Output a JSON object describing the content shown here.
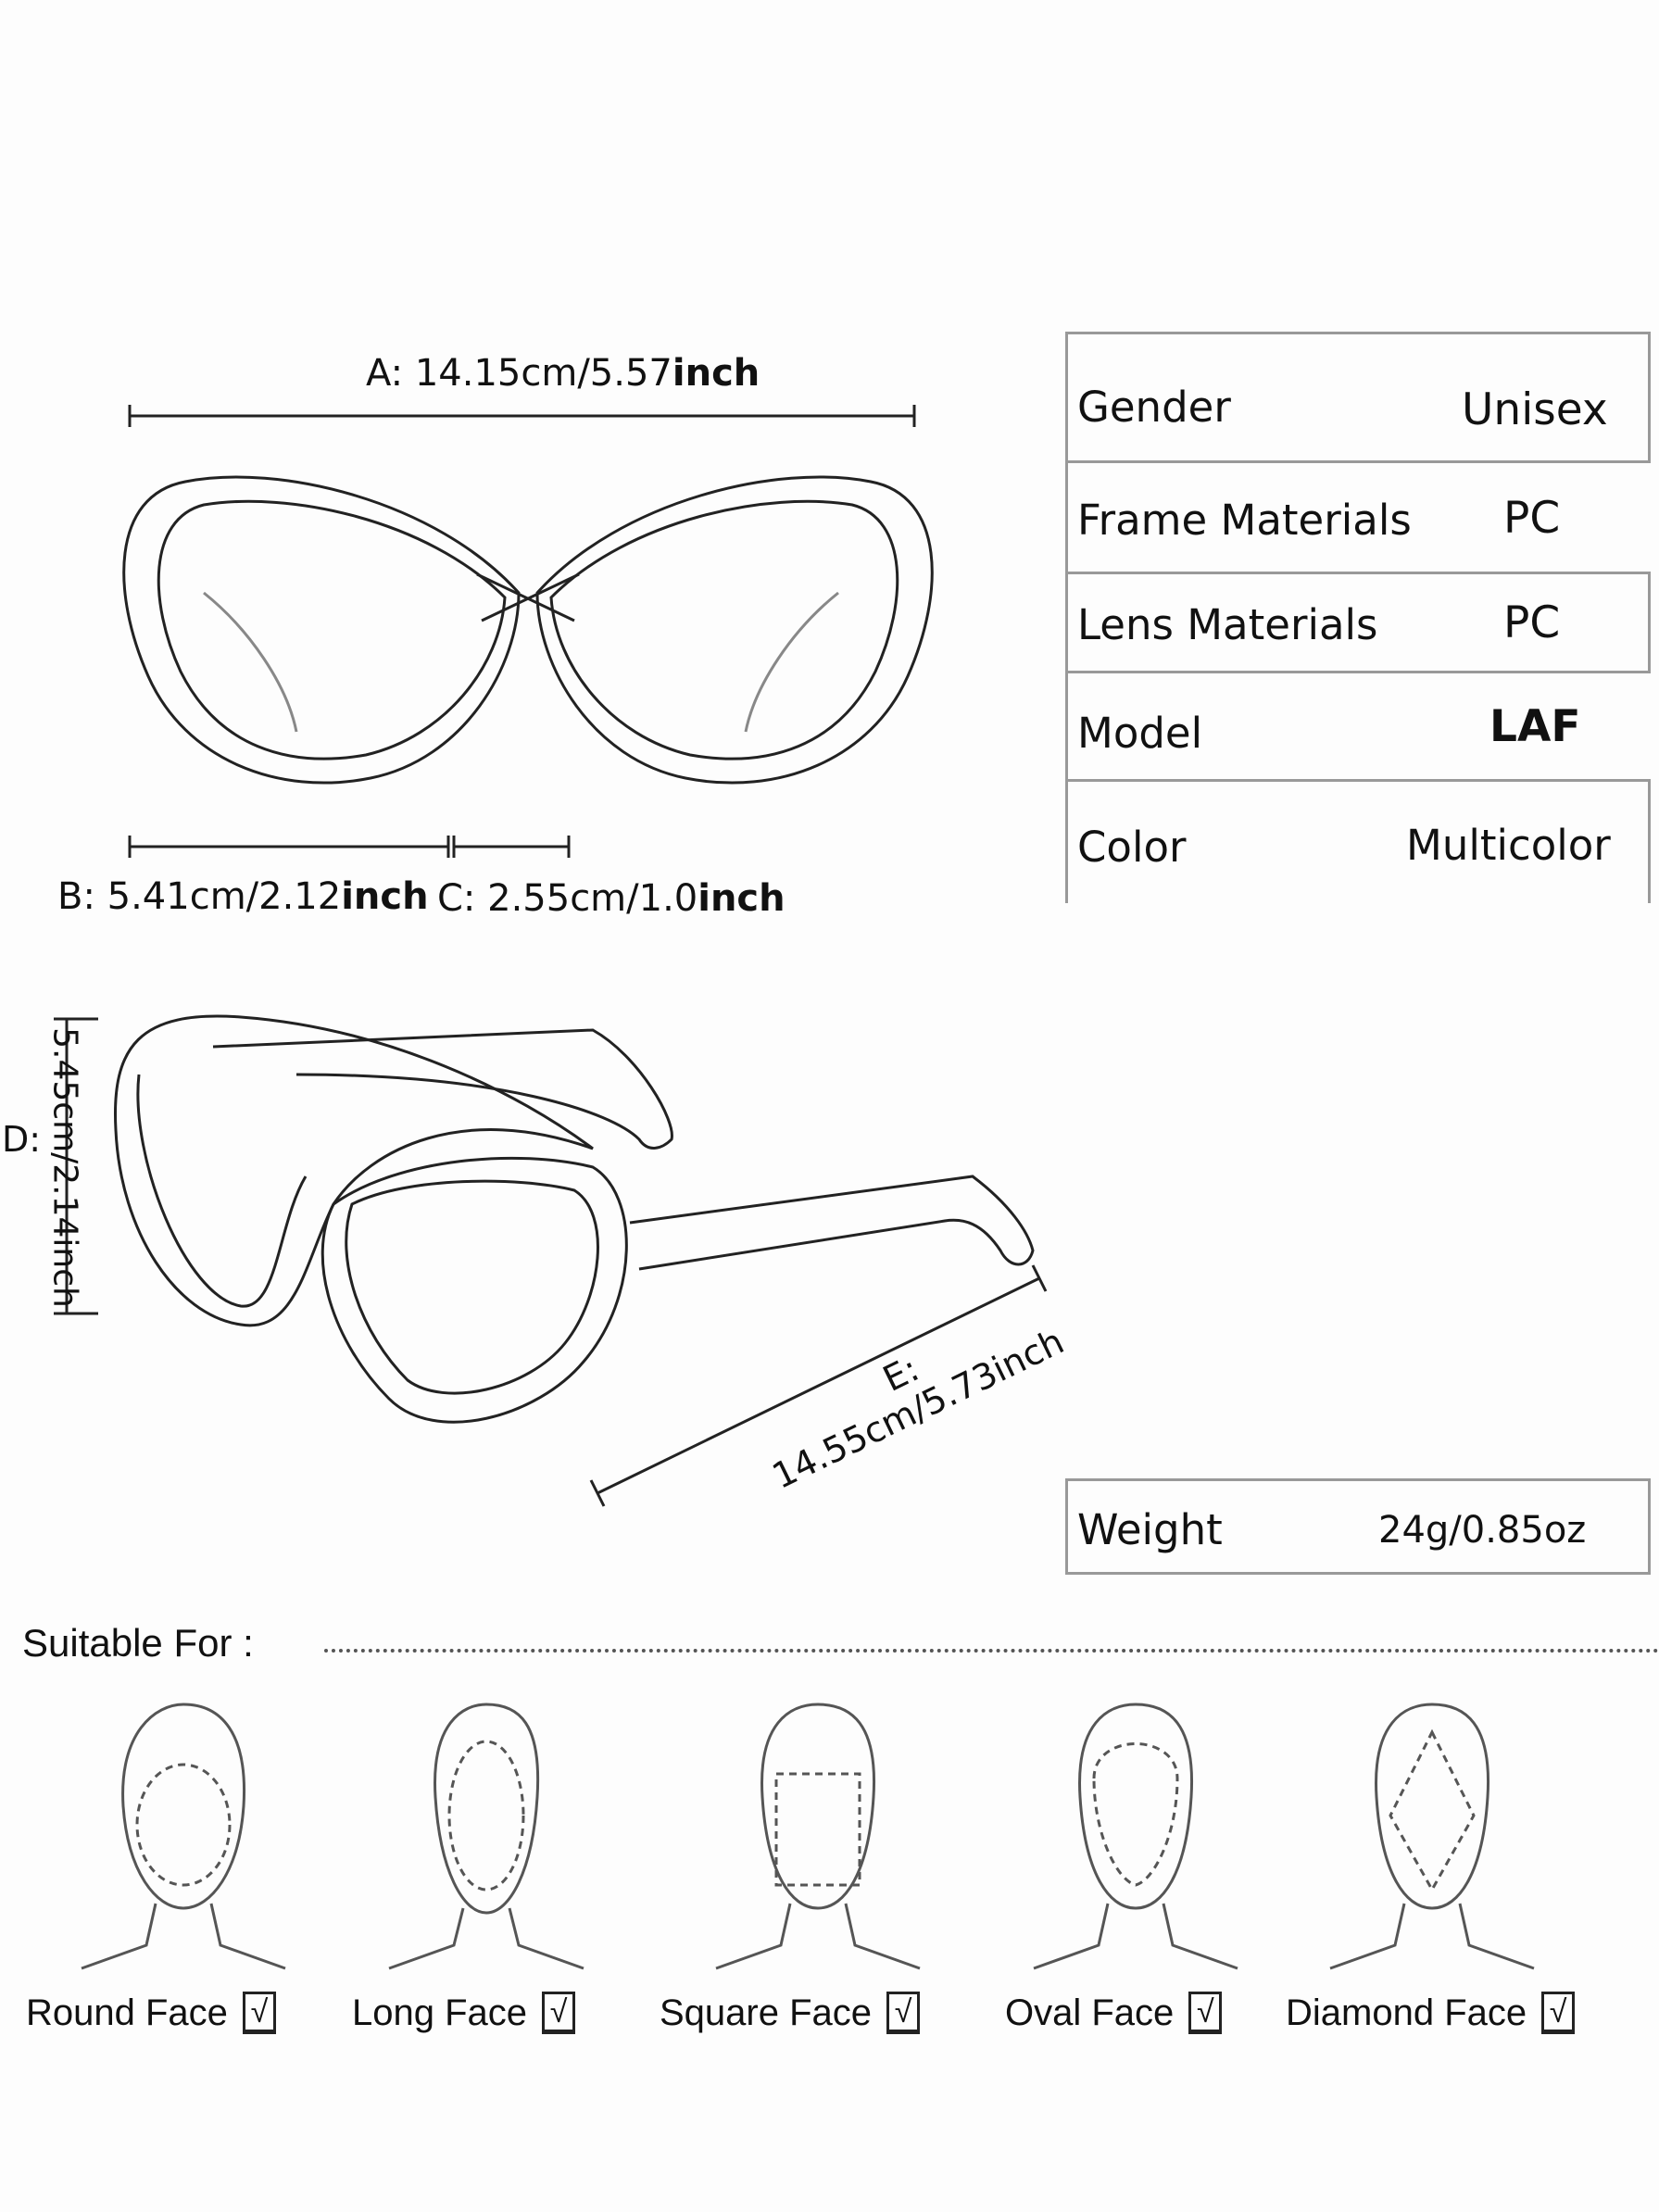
{
  "dimensions": {
    "a": {
      "letter": "A:",
      "value": "14.15cm/5.57",
      "unit": "inch"
    },
    "b": {
      "letter": "B:",
      "value": "5.41cm/2.12",
      "unit": "inch"
    },
    "c": {
      "letter": "C:",
      "value": "2.55cm/1.0",
      "unit": "inch"
    },
    "d": {
      "letter": "D:",
      "value": "5.45cm/2.14inch"
    },
    "e": {
      "letter": "E:",
      "value": "14.55cm/5.73inch"
    }
  },
  "specs": [
    {
      "label": "Gender",
      "value": "Unisex"
    },
    {
      "label": "Frame Materials",
      "value": "PC"
    },
    {
      "label": "Lens Materials",
      "value": "PC"
    },
    {
      "label": "Model",
      "value": "LAF"
    },
    {
      "label": "Color",
      "value": "Multicolor"
    }
  ],
  "weight": {
    "label": "Weight",
    "value": "24g/0.85oz"
  },
  "suitable": {
    "title": "Suitable For :",
    "check": "√",
    "faces": [
      {
        "label": "Round Face",
        "checked": true
      },
      {
        "label": "Long Face",
        "checked": true
      },
      {
        "label": "Square Face",
        "checked": true
      },
      {
        "label": "Oval Face",
        "checked": true
      },
      {
        "label": "Diamond Face",
        "checked": true
      }
    ]
  }
}
